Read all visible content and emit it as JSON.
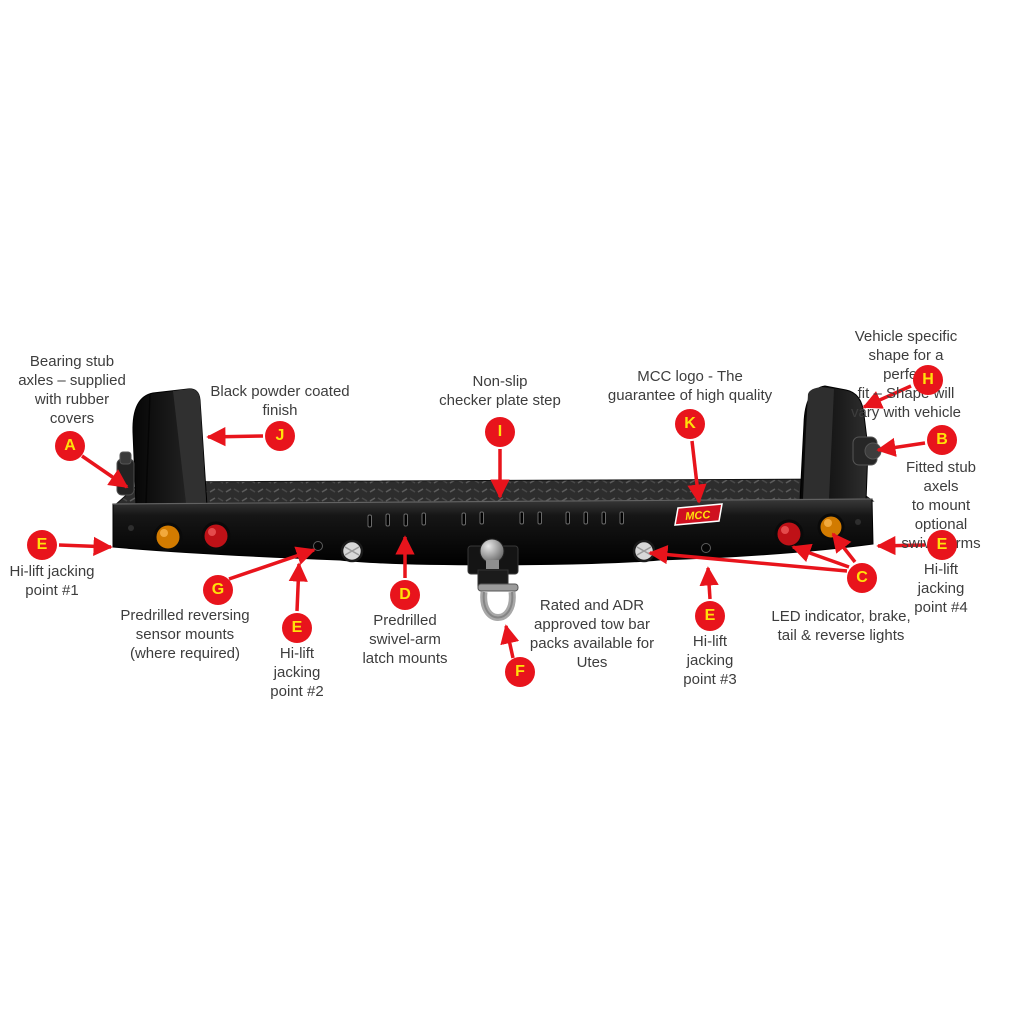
{
  "diagram": {
    "background": "#ffffff",
    "callout_color": "#e8141c",
    "callout_letter_color": "#ffe10a",
    "arrow_color": "#e8141c",
    "text_color": "#3d3d3d"
  },
  "logo": {
    "text": "MCC"
  },
  "callouts": [
    {
      "letter": "A",
      "text": "Bearing stub\naxles – supplied\nwith rubber\ncovers"
    },
    {
      "letter": "J",
      "text": "Black powder coated\nfinish"
    },
    {
      "letter": "I",
      "text": "Non-slip\nchecker plate step"
    },
    {
      "letter": "K",
      "text": "MCC logo - The\nguarantee of high quality"
    },
    {
      "letter": "H",
      "text": "Vehicle specific shape for a perfect\nfit – Shape will vary with vehicle"
    },
    {
      "letter": "B",
      "text": "Fitted stub axels\nto mount optional\nswivel-arms"
    },
    {
      "letter": "E",
      "text": "Hi-lift jacking\npoint #1"
    },
    {
      "letter": "G",
      "text": "Predrilled reversing\nsensor mounts\n(where required)"
    },
    {
      "letter": "E",
      "text": "Hi-lift\njacking\npoint #2"
    },
    {
      "letter": "D",
      "text": "Predrilled\nswivel-arm\nlatch mounts"
    },
    {
      "letter": "F",
      "text": "Rated and ADR\napproved tow bar\npacks available for\nUtes"
    },
    {
      "letter": "E",
      "text": "Hi-lift\njacking\npoint #3"
    },
    {
      "letter": "C",
      "text": "LED indicator, brake,\ntail & reverse lights"
    },
    {
      "letter": "E",
      "text": "Hi-lift jacking\npoint #4"
    }
  ]
}
